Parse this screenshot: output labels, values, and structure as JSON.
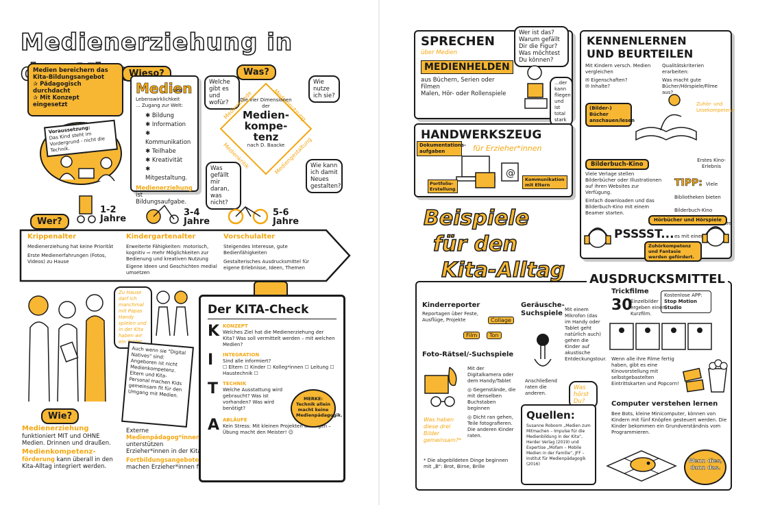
{
  "title": "Medienerziehung in der Kita",
  "left": {
    "intro": {
      "lines": [
        "Medien bereichern das",
        "Kita-Bildungsangebot",
        "✰ Pädagogisch durchdacht",
        "✰ Mit Konzept",
        "eingesetzt"
      ],
      "voraussetzung_title": "Voraussetzung:",
      "voraussetzung_text": "Das Kind steht im Vordergrund - nicht die Technik."
    },
    "wieso": {
      "tag": "Wieso?",
      "medien": "Medien",
      "sind": "sind",
      "lebens": "Lebenswirklichkeit",
      "zugang": "... Zugang zur Welt:",
      "items": [
        "✱ Bildung",
        "✱ Information",
        "✱ Kommunikation",
        "✱ Teilhabe",
        "✱ Kreativität",
        "✱ Mitgestaltung."
      ],
      "footer1": "Medienerziehung",
      "footer2": "ist Bildungsaufgabe."
    },
    "was": {
      "tag": "Was?",
      "bubble1": "Welche gibt es und wofür?",
      "bubble2": "Wie nutze ich sie?",
      "bubble3": "Was gefällt mir daran, was nicht?",
      "bubble4": "Wie kann ich damit Neues gestalten?",
      "center1": "Die vier Dimensionen der",
      "center2": "Medien-",
      "center3": "kompe-",
      "center4": "tenz",
      "center5": "nach D. Baacke",
      "edge1": "Medienkunde",
      "edge2": "Mediennutzung",
      "edge3": "Medienkritik",
      "edge4": "Mediengestaltung"
    },
    "wer": {
      "tag": "Wer?",
      "ages": [
        {
          "n": "1-2",
          "u": "Jahre"
        },
        {
          "n": "3-4",
          "u": "Jahre"
        },
        {
          "n": "5-6",
          "u": "Jahre"
        }
      ],
      "cols": [
        {
          "head": "Krippenalter",
          "l1": "Medienerziehung hat keine Priorität",
          "l2": "Erste Medienerfahrungen (Fotos, Videos) zu Hause"
        },
        {
          "head": "Kindergartenalter",
          "l1": "Erweiterte Fähigkeiten: motorisch, kognitiv ⇨ mehr Möglichkeiten zur Bedienung und kreativen Nutzung",
          "l2": "Eigene Ideen und Geschichten medial umsetzen"
        },
        {
          "head": "Vorschulalter",
          "l1": "Steigendes Interesse, gute Bedienfähigkeiten",
          "l2": "Gestalterisches Ausdrucksmittel für eigene Erlebnisse, Ideen, Themen"
        }
      ]
    },
    "kids_bubble": "Zu Hause darf ich manchmal mit Papas Handy spielen und in der Kita haben wir ein Tablet",
    "natives": "Auch wenn sie \"Digital Natives\" sind: Angeboren ist nicht Medienkompetenz. Eltern und Kita-Personal machen Kids gemeinsam fit für den Umgang mit Medien.",
    "wie": {
      "tag": "Wie?",
      "l1": "Medienerziehung",
      "l2": "funktioniert MIT und OHNE Medien. Drinnen und draußen.",
      "l3": "Medienkompetenz-",
      "l4": "förderung",
      "l5": "kann überall in den Kita-Alltag integriert werden."
    },
    "extern": {
      "l1": "Externe",
      "l2": "Medienpädagog*innen",
      "l3": "unterstützen Erzieher*innen in der Kita.",
      "l4": "Fortbildungsangebote",
      "l5": "machen Erzieher*innen fit."
    },
    "check": {
      "title": "Der KITA-Check",
      "k_head": "KONZEPT",
      "k_text": "Welches Ziel hat die Medienerziehung der Kita? Was soll vermittelt werden – mit welchen Medien?",
      "i_head": "INTEGRATION",
      "i_text": "Sind alle informiert?",
      "i_opts": "☐ Eltern ☐ Kinder ☐ Kolleg*innen ☐ Leitung ☐ Haustechnik ☐",
      "t_head": "TECHNIK",
      "t_text": "Welche Ausstattung wird gebraucht? Was ist vorhanden? Was wird benötigt?",
      "a_head": "ABLÄUFE",
      "a_text": "Kein Stress: Mit kleinen Projekten anfangen – Übung macht den Meister! ☺",
      "merke": "MERKE: Technik allein macht keine Medienpädagogik.",
      "letters": [
        "K",
        "I",
        "T",
        "A"
      ]
    }
  },
  "right": {
    "sprechen": {
      "title": "SPRECHEN",
      "sub": "über Medien",
      "helden": "MEDIENHELDEN",
      "l1": "aus Büchern, Serien oder Filmen",
      "l2": "Malen, Hör- oder Rollenspiele",
      "b1": "Wer ist das? Warum gefällt Dir die Figur? Was möchtest Du können?",
      "b2": "...der kann fliegen und ist total stark"
    },
    "handwerk": {
      "title": "HANDWERKSZEUG",
      "sub": "für Erzieher*innen",
      "t1": "Dokumentations-aufgaben",
      "t2": "Portfolio-Erstellung",
      "t3": "Kommunikation mit Eltern"
    },
    "beispiele": [
      "Beispiele",
      "für den",
      "Kita-Alltag"
    ],
    "kennen": {
      "title1": "KENNENLERNEN",
      "title2": "UND BEURTEILEN",
      "l1": "Mit Kindern versch. Medien vergleichen",
      "l2": "✉ Eigenschaften?",
      "l3": "✉ Inhalte?",
      "q1": "Qualitätskriterien erarbeiten:",
      "q2": "Was macht gute Bücher/Hörspiele/Filme aus?",
      "tag1": "(Bilder-) Bücher anschauen/lesen",
      "zuhoer": "Zuhör- und Lesekompetenz",
      "kino_tag": "Bilderbuch-Kino",
      "kino1": "Viele Verlage stellen Bilderbücher oder Illustrationen auf ihren Websites zur Verfügung.",
      "kino2": "Einfach downloaden und das Bilderbuch-Kino mit einem Beamer starten.",
      "erstes": "Erstes Kino-Erlebnis",
      "tipp": "TIPP:",
      "tipp_text": "Viele Bibliotheken bieten Bilderbuch-Kino kostenlos an – wie wäre es mit einem Ausflug?",
      "hoer_tag": "Hörbücher und Hörspiele",
      "psst": "PSSSST...",
      "psst_tag": "Zuhörkompetenz und Fantasie werden gefördert."
    },
    "ausdruck": {
      "title": "AUSDRUCKSMITTEL",
      "reporter": "Kinderreporter",
      "reporter_text": "Reportagen über Feste, Ausflüge, Projekte",
      "t_collage": "Collage",
      "t_film": "Film",
      "t_ton": "Ton",
      "geraeusch1": "Geräusche-",
      "geraeusch2": "Suchspiele",
      "geraeusch_text": "Mit einem Mikrofon (das im Handy oder Tablet geht natürlich auch) gehen die Kinder auf akustische Entdeckungstour.",
      "anschl": "Anschließend raten die anderen.",
      "was_hoerst": "Was hörst Du?",
      "foto": "Foto-Rätsel/-Suchspiele",
      "foto_text": "Mit der Digitalkamera oder dem Handy/Tablet",
      "foto_b1": "◎ Gegenstände, die mit denselben Buchstaben beginnen",
      "foto_b2": "◎ Dicht ran gehen, Teile fotografieren. Die anderen Kinder raten.",
      "foto_q": "Was haben diese drei Bilder gemeinsam?*",
      "foto_note": "* Die abgebildeten Dinge beginnen mit „B“: Brot, Birne, Brille",
      "trick": "Trickfilme",
      "trick_n": "30",
      "trick_text": "Einzelbilder ergeben einen Kurzfilm.",
      "app": "Kostenlose APP:",
      "app_name": "Stop Motion Studio",
      "trick_end": "Wenn alle ihre Filme fertig haben, gibt es eine Kinovorstellung mit selbstgebastelten Eintrittskarten und Popcorn!",
      "computer": "Computer verstehen lernen",
      "computer_text": "Bee Bots, kleine Minicomputer, können von Kindern mit fünf Knöpfen gesteuert werden. Die Kinder bekommen ein Grundverständnis vom Programmieren.",
      "wenn": "Wenn dies, dann das."
    },
    "quellen": {
      "title": "Quellen:",
      "text": "Susanne Roboom „Medien zum Mitmachen – Impulse für die Medienbildung in der Kita“, Herder Verlag (2019) und Expertise „Mofam – Mobile Medien in der Familie“, JFF – Institut für Medienpädagogik (2016)"
    }
  }
}
